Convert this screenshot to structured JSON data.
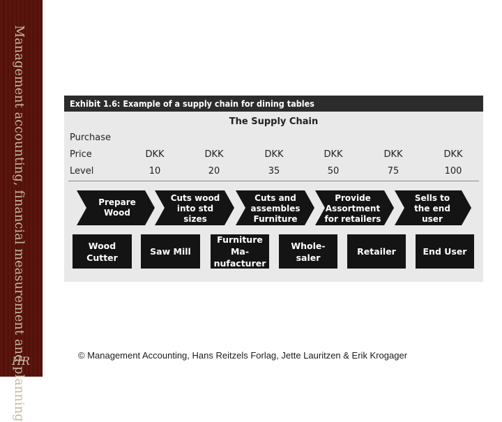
{
  "sidebar": {
    "title": "Management accounting, financial measurement and planning",
    "logo": "HR"
  },
  "exhibit": {
    "title": "Exhibit 1.6: Example of a supply chain for dining tables",
    "chain_title": "The Supply Chain",
    "row_labels": [
      "Purchase",
      "Price",
      "Level"
    ],
    "currency": [
      "DKK",
      "DKK",
      "DKK",
      "DKK",
      "DKK",
      "DKK"
    ],
    "levels": [
      "10",
      "20",
      "35",
      "50",
      "75",
      "100"
    ],
    "arrows": [
      "Prepare\nWood",
      "Cuts wood\ninto std\nsizes",
      "Cuts and\nassembles\nFurniture",
      "Provide\nAssortment\nfor retailers",
      "Sells to\nthe end\nuser"
    ],
    "boxes": [
      "Wood\nCutter",
      "Saw Mill",
      "Furniture Ma-\nnufacturer",
      "Whole-\nsaler",
      "Retailer",
      "End User"
    ]
  },
  "caption": "© Management Accounting, Hans Reitzels Forlag, Jette Lauritzen & Erik Krogager",
  "colors": {
    "sidebar": "#54120b",
    "header": "#2c2c2c",
    "panel": "#e9e9e9",
    "shape": "#141414"
  }
}
